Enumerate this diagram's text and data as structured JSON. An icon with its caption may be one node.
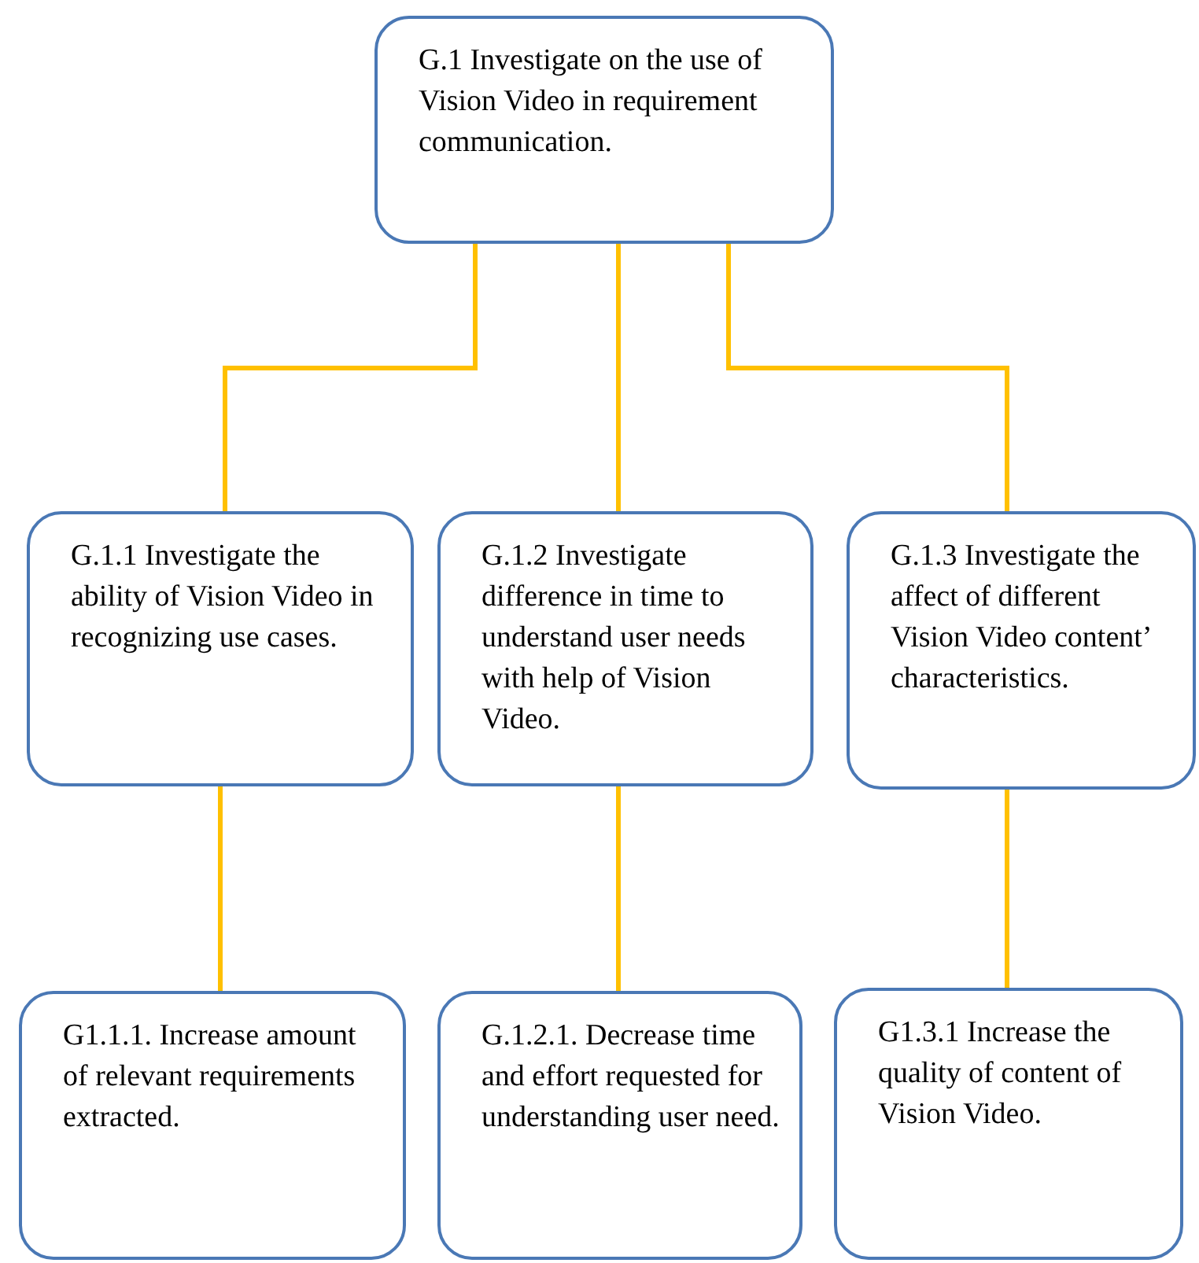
{
  "diagram": {
    "nodes": [
      {
        "text": [
          "G.1 Investigate on the use of Vision Video in requirement communication."
        ]
      },
      {
        "text": [
          "G.1.1 Investigate the ability of Vision Video in recognizing use cases."
        ]
      },
      {
        "text": [
          "G.1.2 Investigate difference in time to understand user needs with help of Vision Video."
        ]
      },
      {
        "text": [
          "G.1.3 Investigate the affect of different Vision Video content’ characteristics."
        ]
      },
      {
        "text": [
          "G1.1.1. Increase amount of relevant requirements extracted."
        ]
      },
      {
        "text": [
          "G.1.2.1. Decrease time and effort requested for understanding user need."
        ]
      },
      {
        "text": [
          "G1.3.1 Increase the quality of content of Vision Video."
        ]
      }
    ],
    "edges": [
      {
        "from": 0,
        "to": 1,
        "arrow": "none"
      },
      {
        "from": 0,
        "to": 2,
        "arrow": "none"
      },
      {
        "from": 0,
        "to": 3,
        "arrow": "none"
      },
      {
        "from": 1,
        "to": 4,
        "arrow": "none"
      },
      {
        "from": 2,
        "to": 5,
        "arrow": "none"
      },
      {
        "from": 3,
        "to": 6,
        "arrow": "none"
      }
    ]
  }
}
